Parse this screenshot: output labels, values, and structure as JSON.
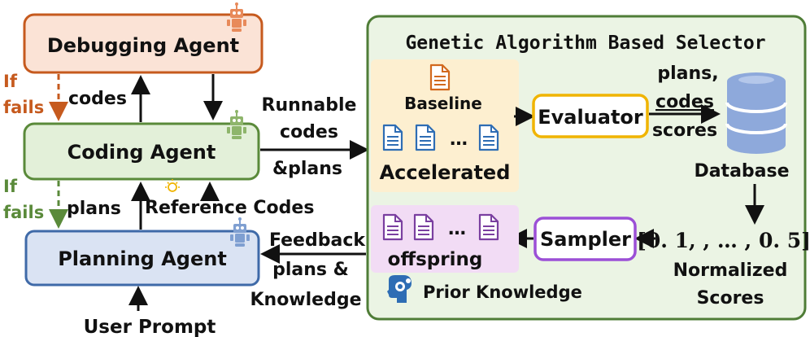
{
  "agents": {
    "debugging": "Debugging Agent",
    "coding": "Coding Agent",
    "planning": "Planning Agent"
  },
  "left_labels": {
    "if_1": "If",
    "fails_1": "fails",
    "codes": "codes",
    "if_2": "If",
    "fails_2": "fails",
    "plans": "plans",
    "reference_codes": "Reference Codes",
    "user_prompt": "User Prompt"
  },
  "middle_labels": {
    "runnable": "Runnable",
    "codes": "codes",
    "and_plans": "&plans",
    "feedback": "Feedback",
    "plans_and": "plans &",
    "knowledge": "Knowledge"
  },
  "selector": {
    "title": "Genetic Algorithm Based Selector",
    "baseline": "Baseline",
    "ellipsis": "…",
    "accelerated": "Accelerated",
    "evaluator": "Evaluator",
    "plans": "plans,",
    "codes": "codes",
    "scores": "scores",
    "database": "Database",
    "scores_vector": "[0. 1, , … , 0. 5]",
    "normalized": "Normalized",
    "scores2": "Scores",
    "sampler": "Sampler",
    "offspring": "offspring",
    "prior_knowledge": "Prior Knowledge"
  },
  "icons": {
    "robot": "robot-icon",
    "document": "document-icon",
    "database": "database-icon",
    "brain_gear": "brain-gear-icon",
    "lightbulb": "lightbulb-icon"
  },
  "colors": {
    "debug_border": "#c65a1e",
    "debug_fill": "#fbe3d6",
    "coding_border": "#5a8a3a",
    "coding_fill": "#e3f0d9",
    "planning_border": "#3f6aa8",
    "planning_fill": "#dae3f3",
    "selector_border": "#4f7d37",
    "selector_fill": "#ebf4e4",
    "accelerated_fill": "#fdefd0",
    "offspring_fill": "#f2dcf5",
    "evaluator_border": "#f0b400",
    "sampler_border": "#9b4fd6",
    "doc_blue": "#2e6db4",
    "doc_orange": "#d2691e",
    "doc_purple": "#7a3fa0",
    "database": "#8ea9db"
  }
}
